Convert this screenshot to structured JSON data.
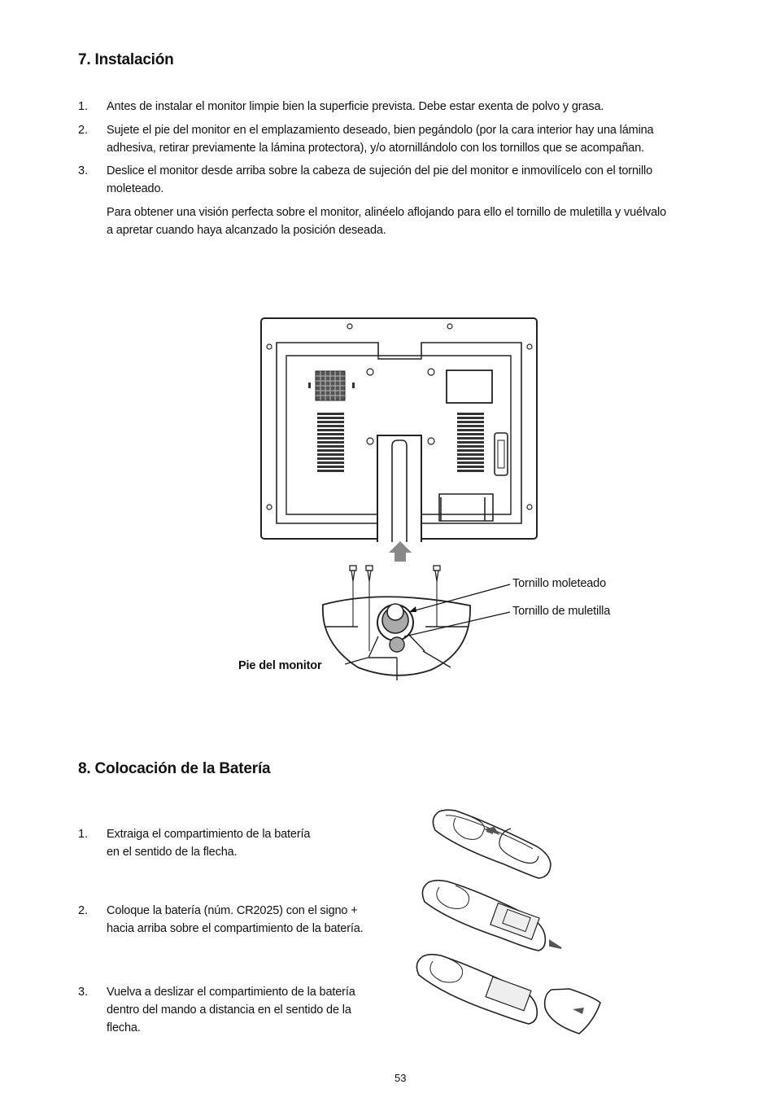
{
  "section7": {
    "title": "7. Instalación",
    "steps": [
      {
        "number": "1.",
        "text": "Antes de instalar el monitor limpie bien la superficie prevista. Debe estar exenta de polvo y grasa."
      },
      {
        "number": "2.",
        "line1": "Sujete el pie del monitor en el emplazamiento deseado, bien pegándolo (por la cara interior hay una lámina",
        "line2": "adhesiva, retirar previamente la lámina protectora), y/o atornillándolo con los tornillos que se acompañan."
      },
      {
        "number": "3.",
        "line1": "Deslice el monitor desde arriba sobre la cabeza de sujeción del pie del monitor e inmovilícelo con el tornillo",
        "line2": "moleteado."
      }
    ],
    "note_line1": "Para obtener una visión perfecta sobre el monitor, alinéelo aflojando para ello el tornillo de muletilla y vuélvalo",
    "note_line2": "a apretar cuando haya alcanzado la posición deseada.",
    "figure_labels": {
      "knurled_screw": "Tornillo moleteado",
      "wing_screw": "Tornillo de muletilla",
      "monitor_stand": "Pie del monitor"
    }
  },
  "section8": {
    "title": "8. Colocación de la Batería",
    "steps": [
      {
        "number": "1.",
        "line1": "Extraiga el compartimiento de la batería",
        "line2": "en el sentido de la flecha."
      },
      {
        "number": "2.",
        "line1": "Coloque la batería (núm. CR2025) con el signo +",
        "line2": "hacia arriba sobre el compartimiento de la batería."
      },
      {
        "number": "3.",
        "line1": "Vuelva a deslizar el compartimiento de la batería",
        "line2": "dentro del mando a distancia en el sentido de la",
        "line3": "flecha."
      }
    ]
  },
  "page_number": "53"
}
